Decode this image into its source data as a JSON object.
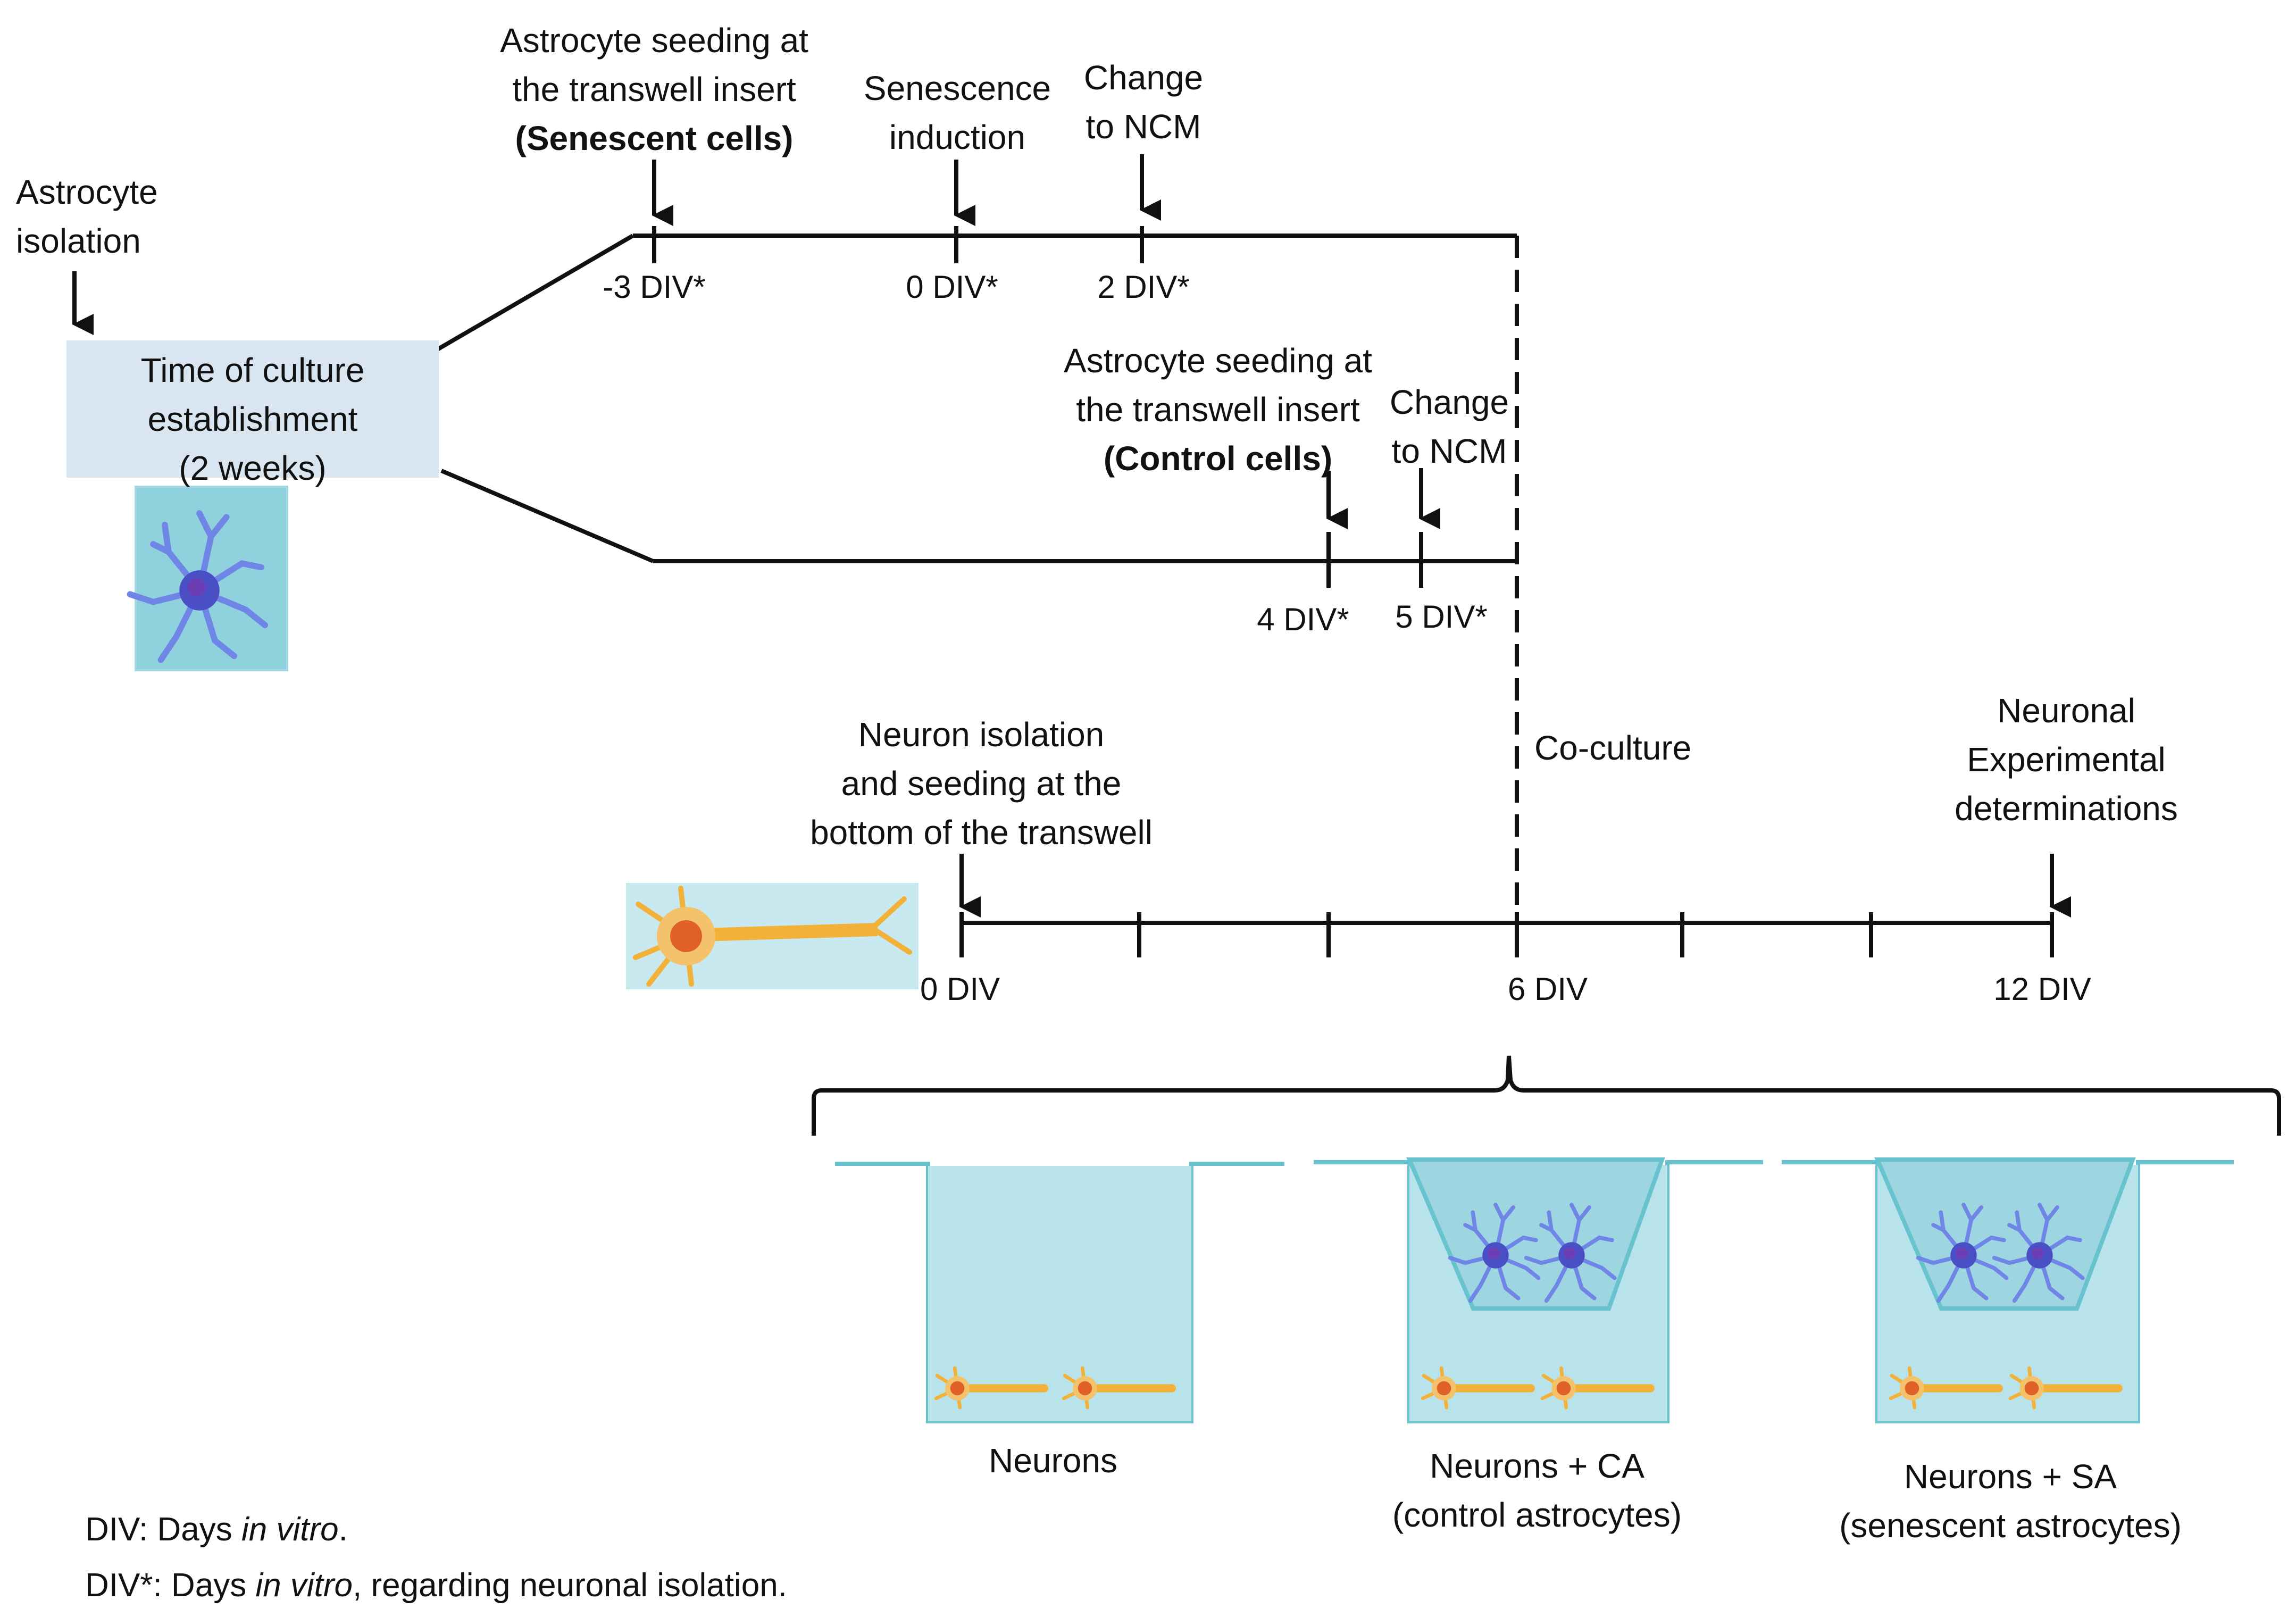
{
  "colors": {
    "line": "#111111",
    "culture_box": "#d9e6f2",
    "well_fill": "#b9e3ea",
    "well_stroke": "#69c3cf",
    "insert_fill": "#9dd6e0",
    "astrocyte": "#5a6fd8",
    "neuron": "#f2b23a"
  },
  "icons": [
    "astrocyte-cell-icon",
    "neuron-cell-icon",
    "transwell-well-icon",
    "transwell-insert-icon",
    "down-arrow-icon",
    "curly-brace-icon"
  ],
  "labels": {
    "astro_isolation_1": "Astrocyte",
    "astro_isolation_2": "isolation",
    "culture_1": "Time of culture",
    "culture_2": "establishment",
    "culture_3": "(2 weeks)",
    "sen_seed_1": "Astrocyte seeding at",
    "sen_seed_2": "the transwell insert",
    "sen_seed_3": "(Senescent cells)",
    "senescence_1": "Senescence",
    "senescence_2": "induction",
    "change_1": "Change",
    "change_2": "to NCM",
    "ctrl_seed_1": "Astrocyte seeding at",
    "ctrl_seed_2": "the transwell insert",
    "ctrl_seed_3": "(Control cells)",
    "change_b_1": "Change",
    "change_b_2": "to NCM",
    "neuron_iso_1": "Neuron isolation",
    "neuron_iso_2": "and seeding at the",
    "neuron_iso_3": "bottom of the transwell",
    "coculture": "Co-culture",
    "neuronal_1": "Neuronal",
    "neuronal_2": "Experimental",
    "neuronal_3": "determinations"
  },
  "ticks": {
    "t_minus3": "-3 DIV*",
    "t_0star": "0 DIV*",
    "t_2star": "2 DIV*",
    "t_4star": "4 DIV*",
    "t_5star": "5 DIV*",
    "t_0": "0 DIV",
    "t_6": "6 DIV",
    "t_12": "12 DIV"
  },
  "wells": {
    "neurons": "Neurons",
    "ca_1": "Neurons + CA",
    "ca_2": "(control astrocytes)",
    "sa_1": "Neurons + SA",
    "sa_2": "(senescent astrocytes)"
  },
  "legend": {
    "div_prefix": "DIV: Days ",
    "div_italic": "in vitro",
    "div_suffix": ".",
    "divstar_prefix": "DIV*: Days ",
    "divstar_italic": "in vitro",
    "divstar_suffix": ", regarding neuronal isolation."
  }
}
